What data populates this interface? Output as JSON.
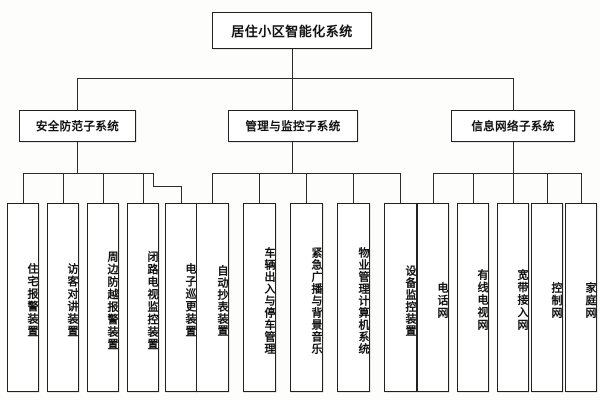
{
  "diagram": {
    "type": "organization-tree",
    "orientation": "top-down",
    "title": "居住小区智能化系统",
    "root": {
      "label": "居住小区智能化系统"
    },
    "branches": [
      {
        "id": "security",
        "label": "安全防范子系统",
        "leaves": [
          {
            "label": "住宅报警装置"
          },
          {
            "label": "访客对讲装置"
          },
          {
            "label": "周边防越报警装置"
          },
          {
            "label": "闭路电视监控装置"
          },
          {
            "label": "电子巡更装置"
          }
        ]
      },
      {
        "id": "management",
        "label": "管理与监控子系统",
        "leaves": [
          {
            "label": "自动抄表装置"
          },
          {
            "label": "车辆出入与停车管理"
          },
          {
            "label": "紧急广播与背景音乐"
          },
          {
            "label": "物业管理计算机系统"
          },
          {
            "label": "设备监控装置"
          }
        ]
      },
      {
        "id": "network",
        "label": "信息网络子系统",
        "leaves": [
          {
            "label": "电话网"
          },
          {
            "label": "有线电视网"
          },
          {
            "label": "宽带接入网"
          },
          {
            "label": "控制网"
          },
          {
            "label": "家庭网"
          }
        ]
      }
    ],
    "colors": {
      "background": "#fdfdfb",
      "box_fill": "#ffffff",
      "box_border": "#222222",
      "line": "#2b2b2b",
      "text": "#111111"
    }
  }
}
